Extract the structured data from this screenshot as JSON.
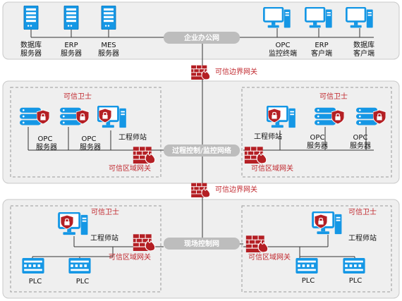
{
  "colors": {
    "panel_fill": "#efefef",
    "panel_stroke": "#c8c8c8",
    "device_blue": "#1597e5",
    "device_blue_dark": "#0b6fb0",
    "firewall_red": "#b41f24",
    "label_red": "#c0272d",
    "line": "#333333",
    "net_label_fill": "#bdbdbd",
    "dashed_box": "#9a9a9a"
  },
  "enterprise": {
    "network_label": "企业办公网",
    "devices": [
      {
        "icon": "server-icon",
        "line1": "数据库",
        "line2": "服务器"
      },
      {
        "icon": "server-icon",
        "line1": "ERP",
        "line2": "服务器"
      },
      {
        "icon": "server-icon",
        "line1": "MES",
        "line2": "服务器"
      },
      {
        "icon": "workstation-icon",
        "line1": "OPC",
        "line2": "监控终端"
      },
      {
        "icon": "workstation-icon",
        "line1": "ERP",
        "line2": "客户端"
      },
      {
        "icon": "workstation-icon",
        "line1": "数据库",
        "line2": "客户端"
      }
    ]
  },
  "boundary_gateways": [
    {
      "icon": "firewall-icon",
      "label": "可信边界网关"
    },
    {
      "icon": "firewall-icon",
      "label": "可信边界网关"
    }
  ],
  "process": {
    "network_label": "过程控制/监控网络",
    "left": {
      "guard_label": "可信卫士",
      "devices": [
        {
          "icon": "server-shield-icon",
          "line1": "OPC",
          "line2": "服务器"
        },
        {
          "icon": "server-shield-icon",
          "line1": "OPC",
          "line2": "服务器"
        },
        {
          "icon": "workstation-shield-icon",
          "line1": "工程师站",
          "line2": ""
        }
      ],
      "gateway_label": "可信区域网关"
    },
    "right": {
      "guard_label": "可信卫士",
      "devices": [
        {
          "icon": "workstation-shield-icon",
          "line1": "工程师站",
          "line2": ""
        },
        {
          "icon": "server-shield-icon",
          "line1": "OPC",
          "line2": "服务器"
        },
        {
          "icon": "server-shield-icon",
          "line1": "OPC",
          "line2": "服务器"
        }
      ],
      "gateway_label": "可信区域网关"
    }
  },
  "field": {
    "network_label": "现场控制网",
    "left": {
      "guard_label": "可信卫士",
      "station_label": "工程师站",
      "gateway_label": "可信区域网关",
      "plc": [
        {
          "icon": "plc-icon",
          "label": "PLC"
        },
        {
          "icon": "plc-icon",
          "label": "PLC"
        }
      ]
    },
    "right": {
      "guard_label": "可信卫士",
      "station_label": "工程师站",
      "gateway_label": "可信区域网关",
      "plc": [
        {
          "icon": "plc-icon",
          "label": "PLC"
        },
        {
          "icon": "plc-icon",
          "label": "PLC"
        }
      ]
    }
  }
}
